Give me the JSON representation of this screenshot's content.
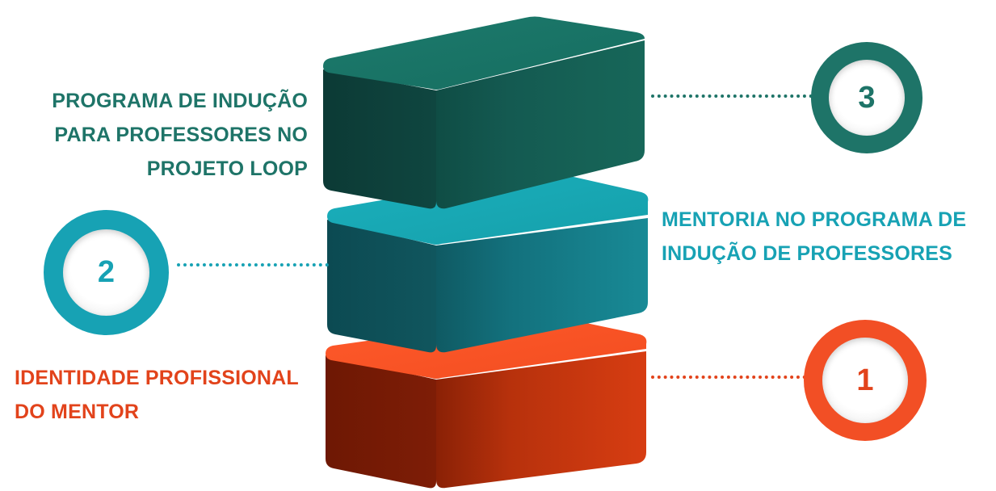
{
  "colors": {
    "teal_dark": "#1e7468",
    "teal_light": "#17a2b4",
    "orange": "#f24f25",
    "orange_text": "#e2431b"
  },
  "levels": [
    {
      "number": "3",
      "label_lines": [
        "PROGRAMA DE INDUÇÃO",
        "PARA PROFESSORES NO",
        "PROJETO LOOP"
      ],
      "color": "#1e7468",
      "block_colors": {
        "top": "#1f7a6c",
        "front": "#165e55",
        "left": "#0f4a43"
      }
    },
    {
      "number": "2",
      "label_lines": [
        "MENTORIA NO PROGRAMA DE",
        "INDUÇÃO DE PROFESSORES"
      ],
      "color": "#17a2b4",
      "block_colors": {
        "top": "#1aa9b7",
        "front": "#157f8c",
        "left": "#0f5d66"
      }
    },
    {
      "number": "1",
      "label_lines": [
        "IDENTIDADE PROFISSIONAL",
        "DO MENTOR"
      ],
      "color": "#f24f25",
      "block_colors": {
        "top": "#f65428",
        "front": "#cf3b12",
        "left": "#7e1d06"
      }
    }
  ]
}
